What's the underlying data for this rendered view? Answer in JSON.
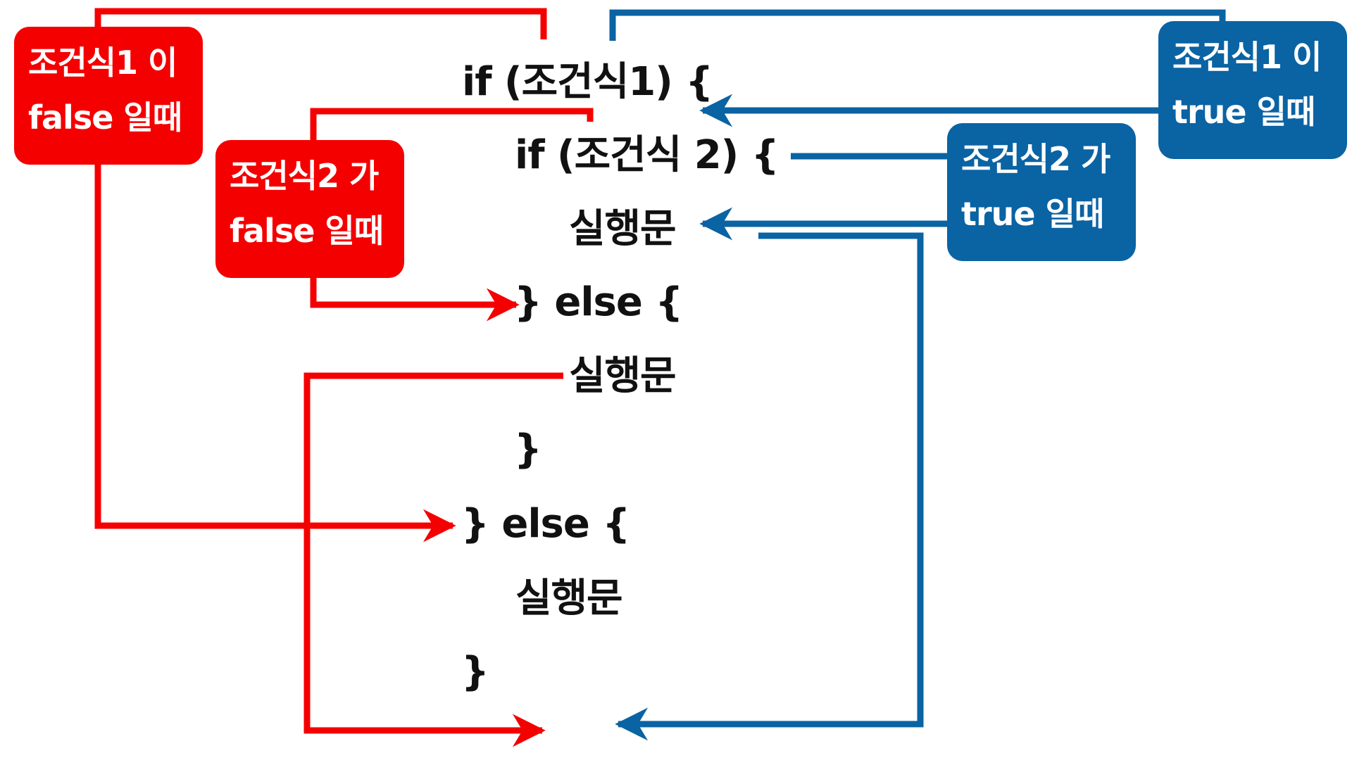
{
  "colors": {
    "false_path": "#f40000",
    "true_path": "#0a63a3",
    "text": "#111111",
    "background": "#ffffff"
  },
  "code_lines": [
    "if (조건식1) {",
    "if (조건식 2) {",
    "실행문",
    "} else {",
    "실행문",
    "}",
    "} else {",
    "실행문",
    "}"
  ],
  "labels": {
    "cond1_false": [
      "조건식1 이",
      "false 일때"
    ],
    "cond2_false": [
      "조건식2 가",
      "false 일때"
    ],
    "cond1_true": [
      "조건식1 이",
      "true 일때"
    ],
    "cond2_true": [
      "조건식2 가",
      "true 일때"
    ]
  }
}
